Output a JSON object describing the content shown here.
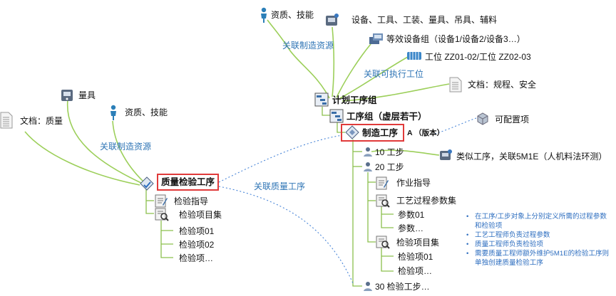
{
  "labels": {
    "res_skill_top": "资质、技能",
    "equipment": "设备、工具、工装、量具、吊具、辅料",
    "equiv_group": "等效设备组（设备1/设备2/设备3…）",
    "station": "工位 ZZ01-02/工位 ZZ02-03",
    "doc_spec": "文档：规程、安全",
    "link_res_top": "关联制造资源",
    "link_station": "关联可执行工位",
    "plan_group": "计划工序组",
    "op_group": "工序组（虚层若干）",
    "mfg_op": "制造工序",
    "version": "A （版本）",
    "configurable": "可配置项",
    "step10": "10 工步",
    "similar_op": "类似工序，关联5M1E（人机料法环测）",
    "step20": "20 工步",
    "work_guide": "作业指导",
    "process_params": "工艺过程参数集",
    "param01": "参数01",
    "param_more": "参数…",
    "insp_set_r": "检验项目集",
    "insp01_r": "检验项01",
    "insp_more_r": "检验项…",
    "step30": "30 检验工步…",
    "qty_tool": "量具",
    "res_skill_left": "资质、技能",
    "doc_quality": "文档：质量",
    "link_res_left": "关联制造资源",
    "quality_op": "质量检验工序",
    "link_quality": "关联质量工序",
    "insp_guide": "检验指导",
    "insp_set_l": "检验项目集",
    "insp01_l": "检验项01",
    "insp02_l": "检验项02",
    "insp_more_l": "检验项…"
  },
  "notes": [
    "在工序/工步对象上分别定义所需的过程参数和检验项",
    "工艺工程师负责过程参数",
    "质量工程师负责检验项",
    "需要质量工程师额外维护5M1E的检验工序则单独创建质量检验工序"
  ],
  "colors": {
    "branch_green": "#9ccf5a",
    "dotted_blue": "#4a86d8",
    "label_blue": "#2e74b5",
    "highlight_red": "#e03a3a",
    "tree_line_green": "#8cc04d"
  }
}
